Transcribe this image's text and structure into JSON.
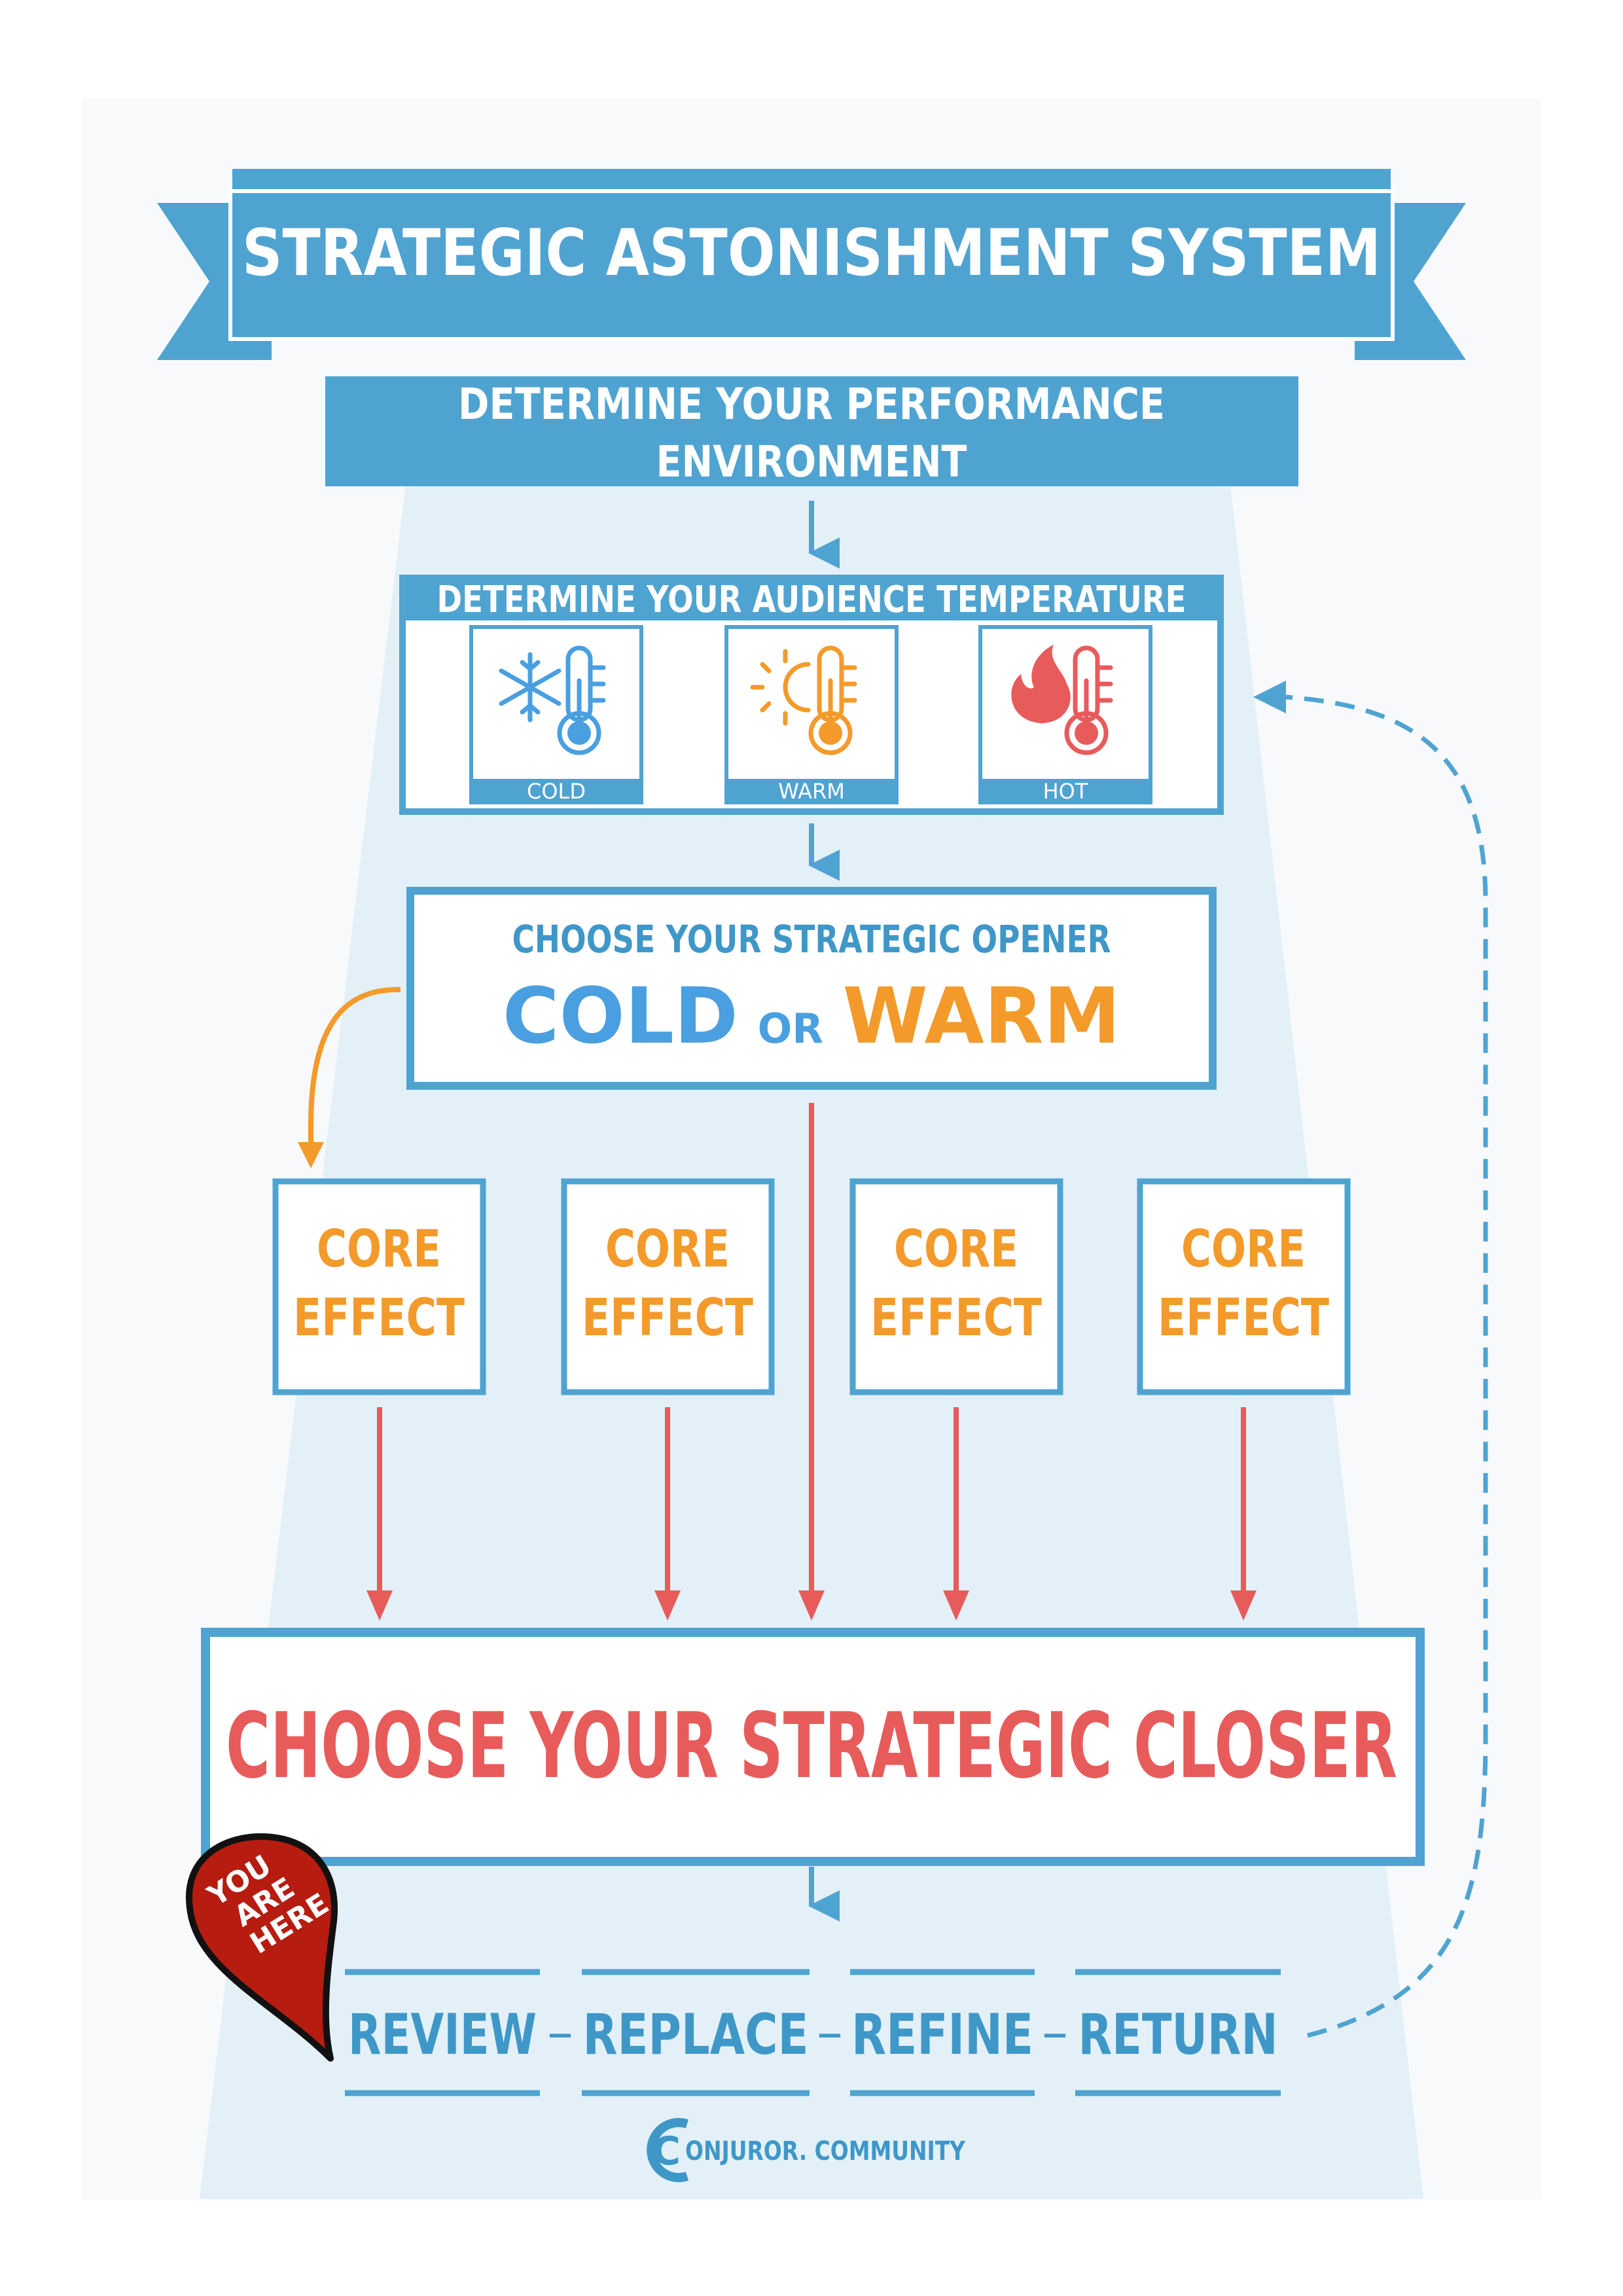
{
  "banner": {
    "title": "STRATEGIC ASTONISHMENT SYSTEM"
  },
  "step1": {
    "line1": "DETERMINE YOUR PERFORMANCE",
    "line2": "ENVIRONMENT"
  },
  "step2": {
    "title": "DETERMINE YOUR AUDIENCE TEMPERATURE",
    "options": [
      {
        "label": "COLD",
        "icon": "snowflake-thermometer-icon",
        "color": "#4a9fe0"
      },
      {
        "label": "WARM",
        "icon": "sun-thermometer-icon",
        "color": "#f39a2b"
      },
      {
        "label": "HOT",
        "icon": "flame-thermometer-icon",
        "color": "#e85b5b"
      }
    ]
  },
  "step3": {
    "title": "CHOOSE YOUR STRATEGIC OPENER",
    "cold": "COLD",
    "or": "OR",
    "warm": "WARM"
  },
  "core_effects": [
    {
      "line1": "CORE",
      "line2": "EFFECT"
    },
    {
      "line1": "CORE",
      "line2": "EFFECT"
    },
    {
      "line1": "CORE",
      "line2": "EFFECT"
    },
    {
      "line1": "CORE",
      "line2": "EFFECT"
    }
  ],
  "closer": {
    "title": "CHOOSE YOUR STRATEGIC CLOSER"
  },
  "you_are_here": {
    "line1": "YOU",
    "line2": "ARE",
    "line3": "HERE"
  },
  "review_steps": [
    "REVIEW",
    "REPLACE",
    "REFINE",
    "RETURN"
  ],
  "review_separator": "–",
  "footer": {
    "logo_letter": "C",
    "text": "ONJUROR. COMMUNITY"
  },
  "colors": {
    "blue": "#4fa3d1",
    "dark_blue": "#2f7fb1",
    "orange": "#f39a2b",
    "red": "#e85b5b",
    "pin_red": "#b71c10",
    "light_bg": "#f7f9fa",
    "spotlight": "#e3f0f8"
  }
}
